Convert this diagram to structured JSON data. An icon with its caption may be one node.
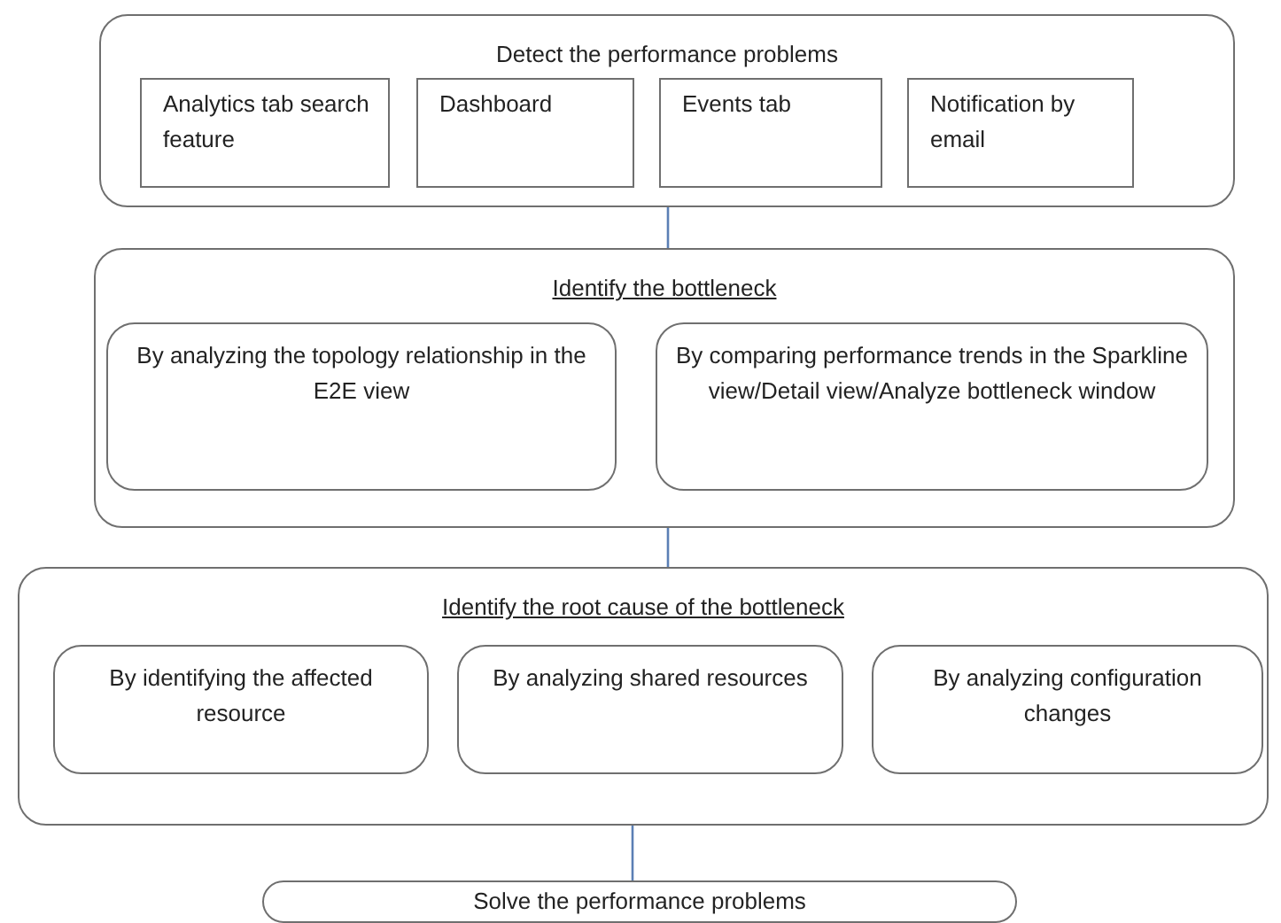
{
  "diagram": {
    "nodes": [
      {
        "text": [
          "Detect the performance problems"
        ]
      },
      {
        "text": [
          "Analytics tab search feature"
        ],
        "in": 0
      },
      {
        "text": [
          "Dashboard"
        ],
        "in": 0
      },
      {
        "text": [
          "Events tab"
        ],
        "in": 0
      },
      {
        "text": [
          "Notification by email"
        ],
        "in": 0
      },
      {
        "text": [
          "Identify the bottleneck"
        ]
      },
      {
        "text": [
          "By analyzing the topology relationship in the E2E view"
        ],
        "in": 5
      },
      {
        "text": [
          "By comparing performance trends in the Sparkline view/Detail view/Analyze bottleneck window"
        ],
        "in": 5
      },
      {
        "text": [
          "Identify the root cause of the bottleneck"
        ]
      },
      {
        "text": [
          "By identifying the affected resource"
        ],
        "in": 8
      },
      {
        "text": [
          "By analyzing shared resources"
        ],
        "in": 8
      },
      {
        "text": [
          "By analyzing configuration changes"
        ],
        "in": 8
      },
      {
        "text": [
          "Solve the performance problems"
        ]
      }
    ],
    "edges": [
      {
        "from": 0,
        "to": 5,
        "arrow": "none"
      },
      {
        "from": 5,
        "to": 8,
        "arrow": "none"
      },
      {
        "from": 8,
        "to": 12,
        "arrow": "none"
      }
    ]
  }
}
